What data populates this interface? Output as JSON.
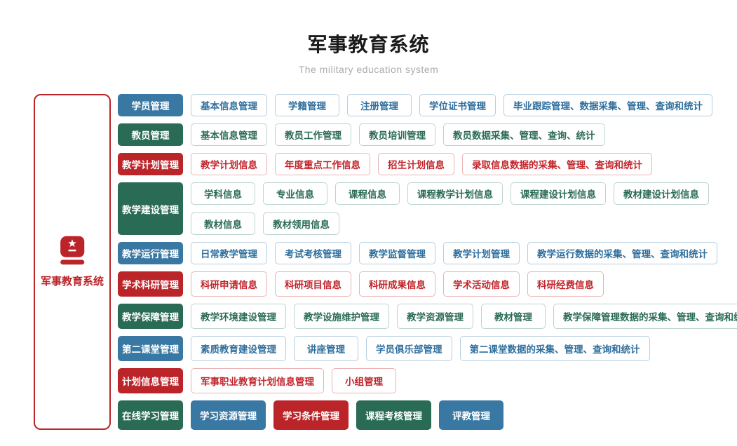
{
  "header": {
    "title": "军事教育系统",
    "subtitle": "The military education system"
  },
  "root": {
    "label": "军事教育系统",
    "icon": "red-book-icon"
  },
  "palette": {
    "blue": "#3A78A4",
    "green": "#2A6B55",
    "red": "#BB2429",
    "blue_text": "#2F6F9E",
    "green_text": "#2A6B55",
    "red_text": "#C2242B",
    "blue_border": "#B5CEDF",
    "green_border": "#BCD5C9",
    "red_border": "#EBB2B5"
  },
  "rows": [
    {
      "category": {
        "label": "学员管理",
        "color": "blue"
      },
      "size": "sm",
      "lines": [
        [
          {
            "label": "基本信息管理"
          },
          {
            "label": "学籍管理"
          },
          {
            "label": "注册管理"
          },
          {
            "label": "学位证书管理"
          },
          {
            "label": "毕业跟踪管理、数据采集、管理、查询和统计"
          }
        ]
      ]
    },
    {
      "category": {
        "label": "教员管理",
        "color": "green"
      },
      "size": "sm",
      "lines": [
        [
          {
            "label": "基本信息管理"
          },
          {
            "label": "教员工作管理"
          },
          {
            "label": "教员培训管理"
          },
          {
            "label": "教员数据采集、管理、查询、统计"
          }
        ]
      ]
    },
    {
      "category": {
        "label": "教学计划管理",
        "color": "red"
      },
      "size": "sm",
      "lines": [
        [
          {
            "label": "教学计划信息"
          },
          {
            "label": "年度重点工作信息"
          },
          {
            "label": "招生计划信息"
          },
          {
            "label": "录取信息数据的采集、管理、查询和统计"
          }
        ]
      ]
    },
    {
      "category": {
        "label": "教学建设管理",
        "color": "green"
      },
      "size": "sm",
      "lines": [
        [
          {
            "label": "学科信息"
          },
          {
            "label": "专业信息"
          },
          {
            "label": "课程信息"
          },
          {
            "label": "课程教学计划信息"
          },
          {
            "label": "课程建设计划信息"
          },
          {
            "label": "教材建设计划信息"
          }
        ],
        [
          {
            "label": "教材信息"
          },
          {
            "label": "教材领用信息"
          }
        ]
      ]
    },
    {
      "category": {
        "label": "教学运行管理",
        "color": "blue"
      },
      "size": "sm",
      "lines": [
        [
          {
            "label": "日常教学管理"
          },
          {
            "label": "考试考核管理"
          },
          {
            "label": "教学监督管理"
          },
          {
            "label": "教学计划管理"
          },
          {
            "label": "教学运行数据的采集、管理、查询和统计"
          }
        ]
      ]
    },
    {
      "category": {
        "label": "学术科研管理",
        "color": "red"
      },
      "size": "md",
      "lines": [
        [
          {
            "label": "科研申请信息"
          },
          {
            "label": "科研项目信息"
          },
          {
            "label": "科研成果信息"
          },
          {
            "label": "学术活动信息"
          },
          {
            "label": "科研经费信息"
          }
        ]
      ]
    },
    {
      "category": {
        "label": "教学保障管理",
        "color": "green"
      },
      "size": "md",
      "lines": [
        [
          {
            "label": "教学环境建设管理"
          },
          {
            "label": "教学设施维护管理"
          },
          {
            "label": "教学资源管理"
          },
          {
            "label": "教材管理"
          },
          {
            "label": "教学保障管理数据的采集、管理、查询和统计"
          }
        ]
      ]
    },
    {
      "category": {
        "label": "第二课堂管理",
        "color": "blue"
      },
      "size": "md",
      "lines": [
        [
          {
            "label": "素质教育建设管理"
          },
          {
            "label": "讲座管理"
          },
          {
            "label": "学员俱乐部管理"
          },
          {
            "label": "第二课堂数据的采集、管理、查询和统计"
          }
        ]
      ]
    },
    {
      "category": {
        "label": "计划信息管理",
        "color": "red"
      },
      "size": "md",
      "lines": [
        [
          {
            "label": "军事职业教育计划信息管理"
          },
          {
            "label": "小组管理"
          }
        ]
      ]
    },
    {
      "category": {
        "label": "在线学习管理",
        "color": "green"
      },
      "size": "lg",
      "lines": [
        [
          {
            "label": "学习资源管理",
            "variant": "solid",
            "color": "blue"
          },
          {
            "label": "学习条件管理",
            "variant": "solid",
            "color": "red"
          },
          {
            "label": "课程考核管理",
            "variant": "solid",
            "color": "green"
          },
          {
            "label": "评教管理",
            "variant": "solid",
            "color": "blue"
          }
        ]
      ]
    }
  ]
}
